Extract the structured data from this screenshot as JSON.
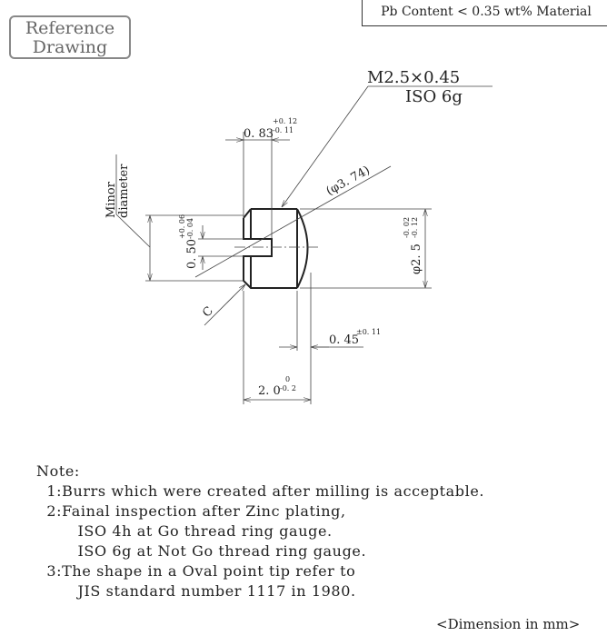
{
  "reference_label": [
    "Reference",
    "Drawing"
  ],
  "material_label": "Pb Content < 0.35 wt% Material",
  "thread": {
    "spec": "M2.5×0.45",
    "tolerance": "ISO 6g"
  },
  "dimensions": {
    "slot_depth": {
      "value": "0. 83",
      "upper": "+0. 12",
      "lower": "-0. 11"
    },
    "slot_width": {
      "value": "0. 50",
      "upper": "+0. 06",
      "lower": "-0. 04"
    },
    "outer_diameter": {
      "value": "φ2. 5",
      "upper": "-0. 02",
      "lower": "-0. 12"
    },
    "ref_diameter": "(φ3. 74)",
    "tip": {
      "value": "0. 45",
      "tol": "±0. 11"
    },
    "length": {
      "value": "2. 0",
      "upper": "0",
      "lower": "-0. 2"
    },
    "minor_diameter_label": [
      "Minor",
      "diameter"
    ],
    "chamfer_label": "C"
  },
  "notes": [
    "Note:",
    "  1:Burrs which were created after milling is acceptable.",
    "  2:Fainal inspection after Zinc plating,",
    "        ISO 4h at Go thread ring gauge.",
    "        ISO 6g at Not Go thread ring gauge.",
    "  3:The shape in a Oval point tip refer to",
    "        JIS standard number 1117 in 1980."
  ],
  "unit_label": "<Dimension in mm>"
}
